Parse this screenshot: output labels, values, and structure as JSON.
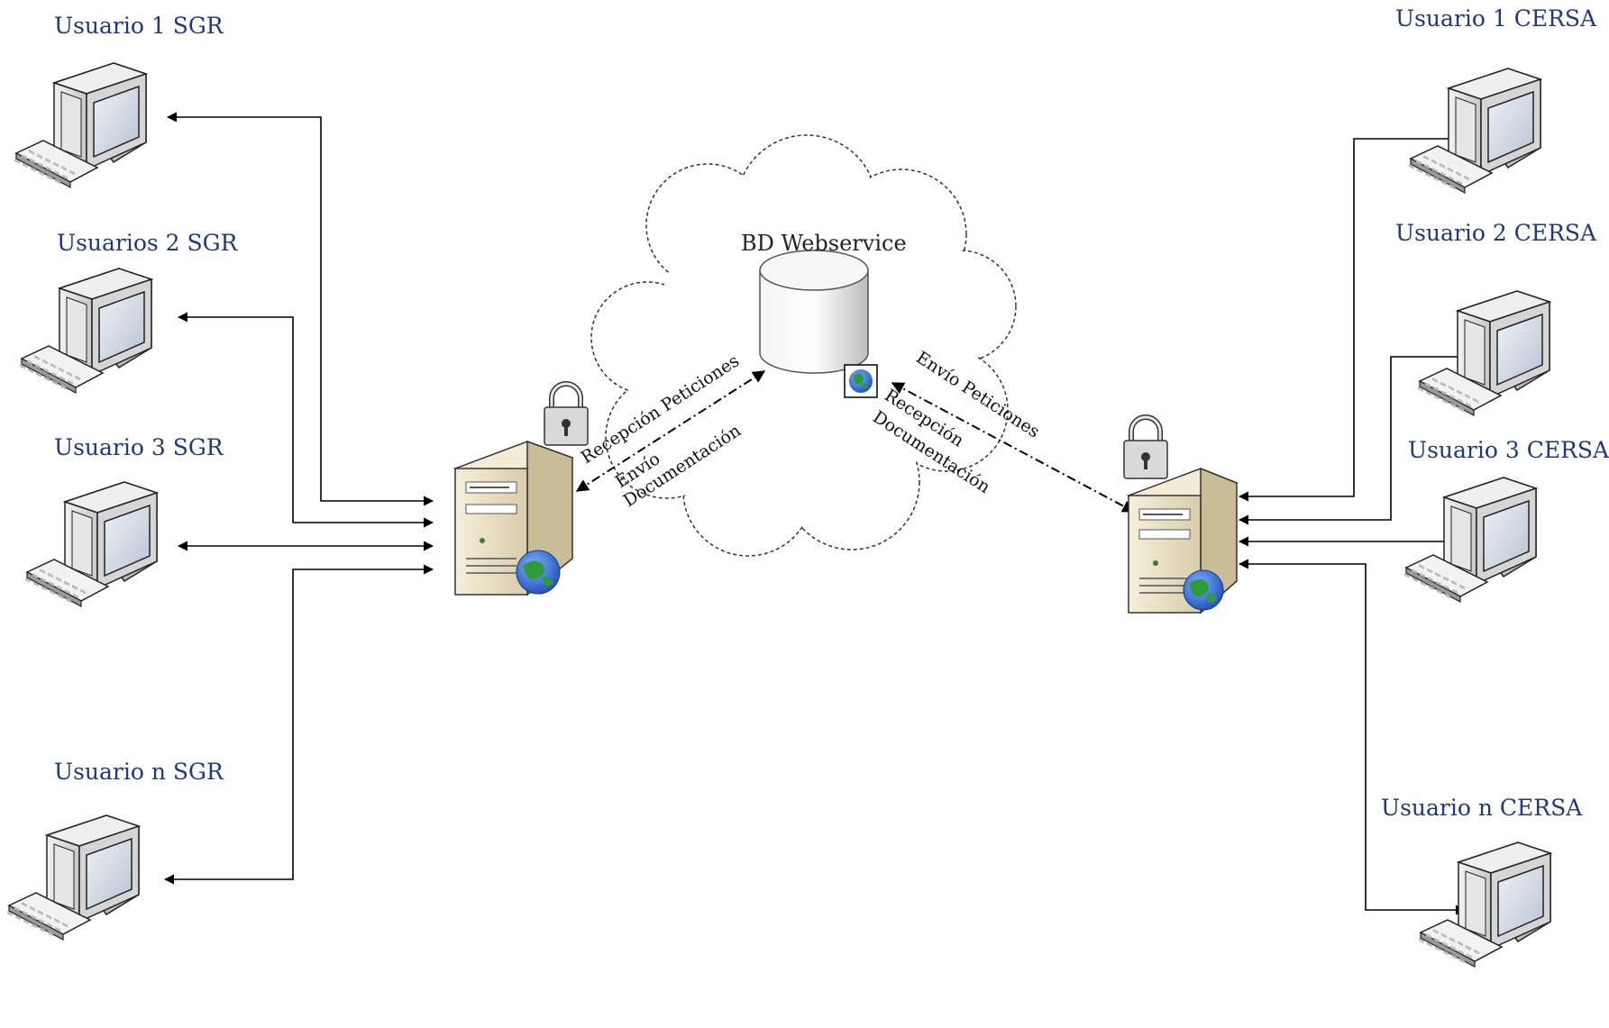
{
  "cloud": {
    "title": "BD Webservice"
  },
  "sgr_users": [
    {
      "label": "Usuario 1 SGR"
    },
    {
      "label": "Usuarios 2 SGR"
    },
    {
      "label": "Usuario 3 SGR"
    },
    {
      "label": "Usuario n SGR"
    }
  ],
  "cersa_users": [
    {
      "label": "Usuario 1 CERSA"
    },
    {
      "label": "Usuario 2 CERSA"
    },
    {
      "label": "Usuario 3 CERSA"
    },
    {
      "label": "Usuario n CERSA"
    }
  ],
  "left_link": {
    "upper": "Recepción Peticiones",
    "lower_1": "Envío",
    "lower_2": "Documentación"
  },
  "right_link": {
    "upper": "Envío Peticiones",
    "lower_1": "Recepción",
    "lower_2": "Documentación"
  },
  "colors": {
    "label_text": "#1f3a7a",
    "line": "#000000",
    "server_body": "#eee4c8",
    "monitor_screen": "#c9d3e0"
  }
}
